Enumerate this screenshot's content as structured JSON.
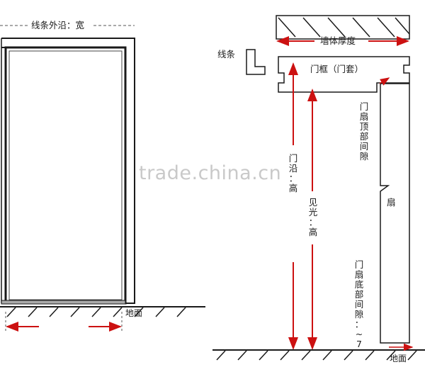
{
  "labels": {
    "trim_outer_width": "线条外沿：宽",
    "trim": "线条",
    "wall_thickness": "墙体厚度",
    "door_frame": "门框（门套）",
    "top_gap": "门扇顶部间隙",
    "trim_outer_height": "门沿：高",
    "clear_height": "见光：高",
    "leaf": "扇",
    "bottom_gap": "门扇底部间隙：~7",
    "ground_left": "地面",
    "ground_right": "地面"
  },
  "watermark": "trade.china.cn",
  "colors": {
    "line": "#1a1a1a",
    "dimension_arrow": "#cc1111",
    "watermark": "#c9c9c9"
  }
}
